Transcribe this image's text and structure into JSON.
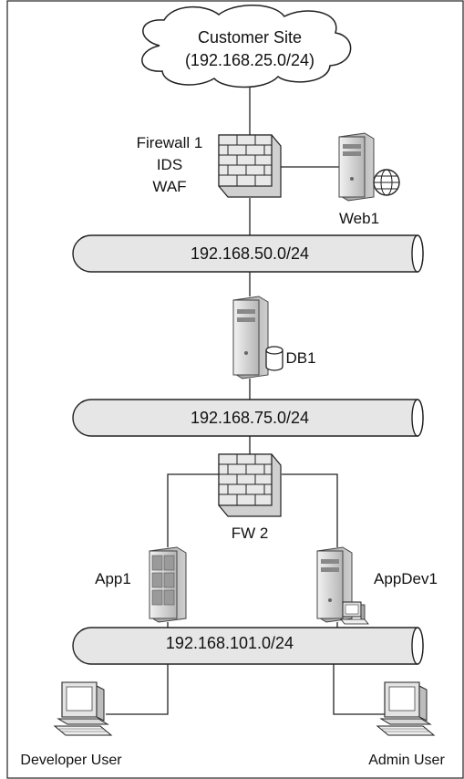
{
  "cloud": {
    "line1": "Customer Site",
    "line2": "(192.168.25.0/24)"
  },
  "firewall1": {
    "line1": "Firewall 1",
    "line2": "IDS",
    "line3": "WAF"
  },
  "web1": {
    "label": "Web1"
  },
  "net50": {
    "label": "192.168.50.0/24"
  },
  "db1": {
    "label": "DB1"
  },
  "net75": {
    "label": "192.168.75.0/24"
  },
  "fw2": {
    "label": "FW 2"
  },
  "app1": {
    "label": "App1"
  },
  "appdev1": {
    "label": "AppDev1"
  },
  "net101": {
    "label": "192.168.101.0/24"
  },
  "developer": {
    "label": "Developer User"
  },
  "admin": {
    "label": "Admin User"
  }
}
